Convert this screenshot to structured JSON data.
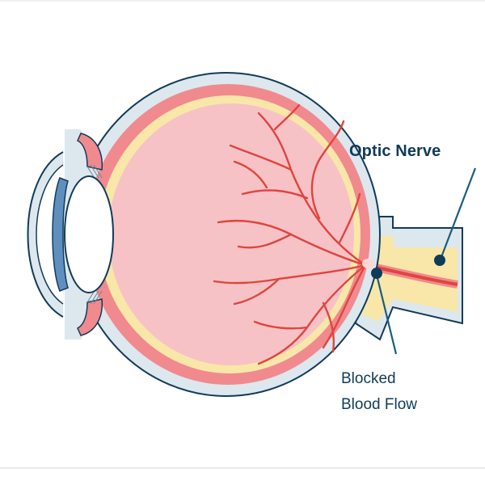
{
  "diagram": {
    "labels": {
      "optic_nerve": "Optic Nerve",
      "blocked_line1": "Blocked",
      "blocked_line2": "Blood Flow"
    },
    "colors": {
      "sclera": "#dde7ee",
      "outline": "#123b58",
      "choroid": "#f08a8f",
      "retina_yellow": "#f8e7a8",
      "vitreous": "#f6c2c6",
      "vessels": "#e0453f",
      "nerve": "#f8e7a8",
      "lens": "#ffffff",
      "iris": "#5e8fbf"
    }
  }
}
